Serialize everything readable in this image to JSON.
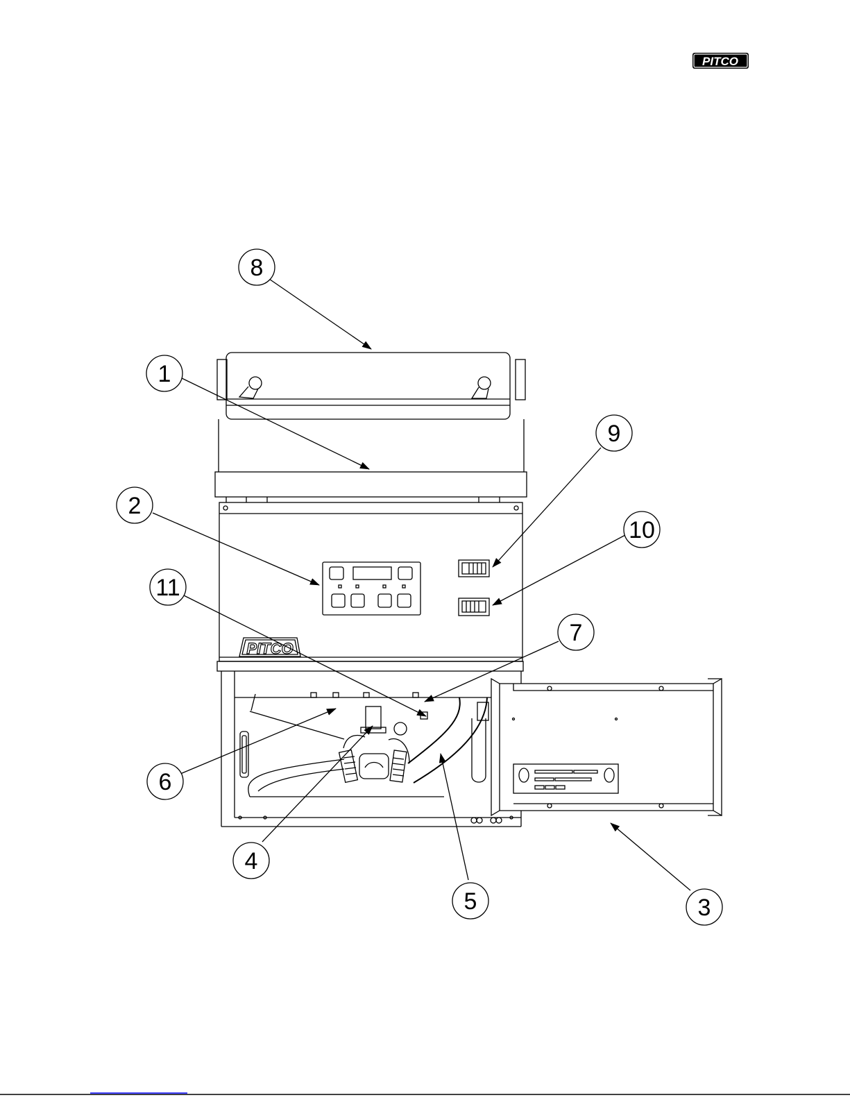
{
  "brand": {
    "header_logo_text": "PITCO",
    "front_logo_text": "PITCO"
  },
  "callouts": [
    {
      "id": "callout-8",
      "label": "8"
    },
    {
      "id": "callout-1",
      "label": "1"
    },
    {
      "id": "callout-9",
      "label": "9"
    },
    {
      "id": "callout-2",
      "label": "2"
    },
    {
      "id": "callout-10",
      "label": "10"
    },
    {
      "id": "callout-11",
      "label": "11"
    },
    {
      "id": "callout-7",
      "label": "7"
    },
    {
      "id": "callout-6",
      "label": "6"
    },
    {
      "id": "callout-4",
      "label": "4"
    },
    {
      "id": "callout-5",
      "label": "5"
    },
    {
      "id": "callout-3",
      "label": "3"
    }
  ],
  "colors": {
    "line": "#000000",
    "background": "#ffffff",
    "footer_link": "#0000ff"
  }
}
